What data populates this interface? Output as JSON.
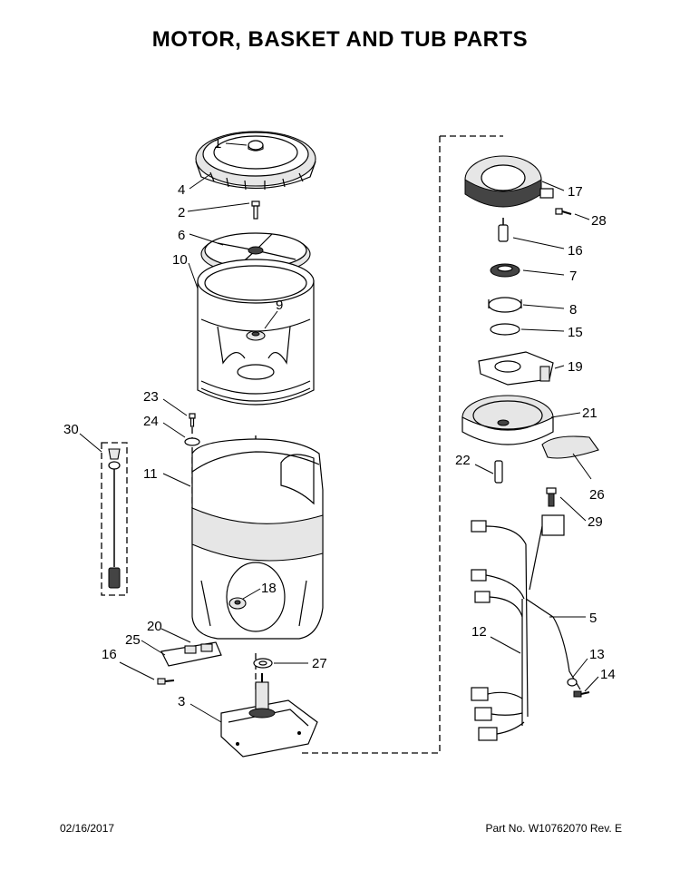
{
  "title": "MOTOR, BASKET AND TUB PARTS",
  "footer": {
    "date": "02/16/2017",
    "part_no": "Part No. W10762070  Rev. E"
  },
  "callouts": {
    "c1": "1",
    "c2": "2",
    "c3": "3",
    "c4": "4",
    "c5": "5",
    "c6": "6",
    "c7": "7",
    "c8": "8",
    "c9": "9",
    "c10": "10",
    "c11": "11",
    "c12": "12",
    "c13": "13",
    "c14": "14",
    "c15": "15",
    "c16a": "16",
    "c16b": "16",
    "c17": "17",
    "c18": "18",
    "c19": "19",
    "c20": "20",
    "c21": "21",
    "c22": "22",
    "c23": "23",
    "c24": "24",
    "c25": "25",
    "c26": "26",
    "c27": "27",
    "c28": "28",
    "c29": "29",
    "c30": "30"
  }
}
